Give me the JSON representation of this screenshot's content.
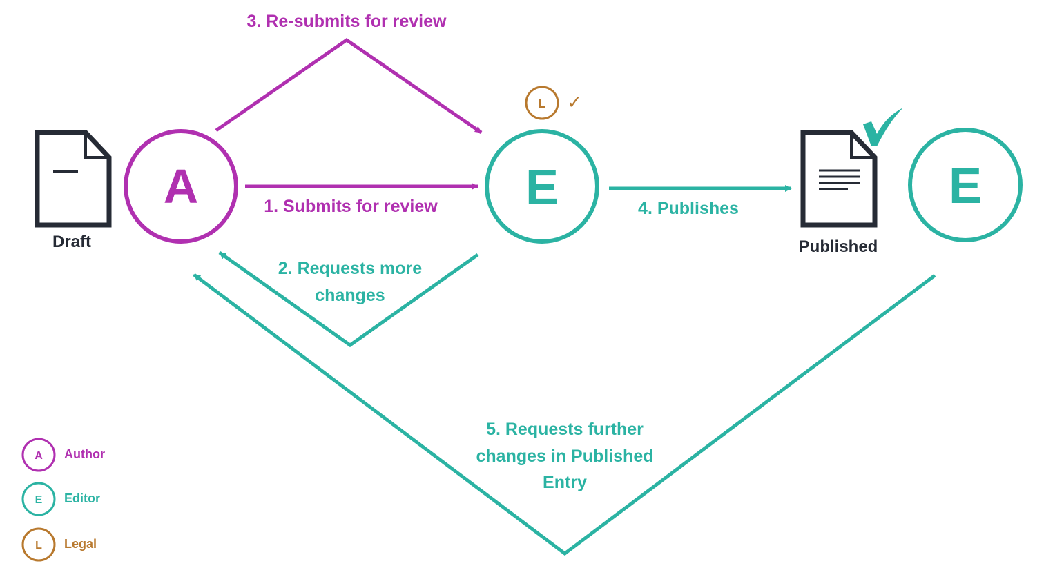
{
  "colors": {
    "author": "#B030B0",
    "editor": "#2BB3A3",
    "legal": "#B8792E",
    "document": "#262B35",
    "background": "#FFFFFF"
  },
  "nodes": {
    "draft": {
      "icon": "draft-document-icon",
      "label": "Draft"
    },
    "author": {
      "letter": "A"
    },
    "editor": {
      "letter": "E"
    },
    "legal": {
      "letter": "L",
      "check": "✓"
    },
    "published": {
      "icon": "published-document-icon",
      "label": "Published",
      "check_icon": "checkmark-icon"
    },
    "editor_published": {
      "letter": "E"
    }
  },
  "steps": {
    "step1": "1. Submits for review",
    "step2_line1": "2. Requests more",
    "step2_line2": "changes",
    "step3": "3. Re-submits for review",
    "step4": "4. Publishes",
    "step5_line1": "5. Requests further",
    "step5_line2": "changes in Published",
    "step5_line3": "Entry"
  },
  "legend": [
    {
      "letter": "A",
      "label": "Author",
      "color": "#B030B0"
    },
    {
      "letter": "E",
      "label": "Editor",
      "color": "#2BB3A3"
    },
    {
      "letter": "L",
      "label": "Legal",
      "color": "#B8792E"
    }
  ]
}
